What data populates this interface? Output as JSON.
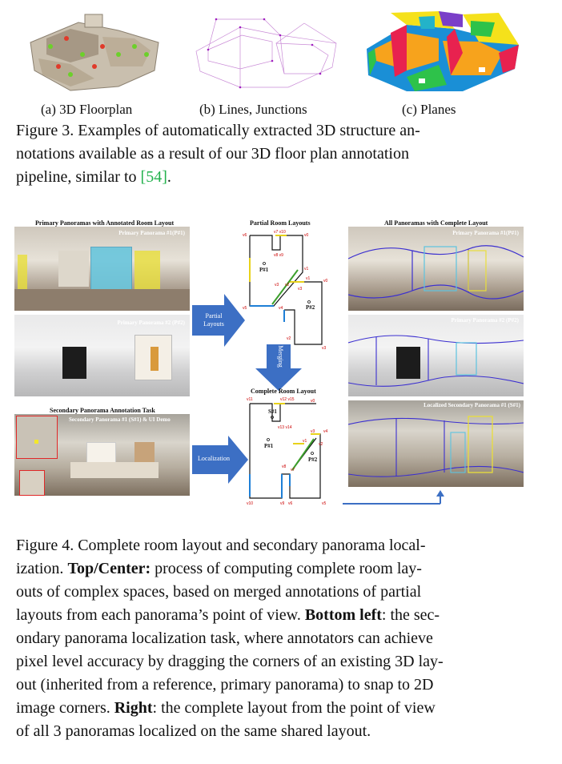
{
  "fig3": {
    "sub_a": "(a) 3D Floorplan",
    "sub_b": "(b) Lines, Junctions",
    "sub_c": "(c) Planes",
    "caption_l1": "Figure 3. Examples of automatically extracted 3D structure an-",
    "caption_l2": "notations available as a result of our 3D floor plan annotation",
    "caption_l3_pre": "pipeline, similar to ",
    "caption_l3_cite": "[54]",
    "caption_l3_post": "."
  },
  "fig4": {
    "left_title_top": "Primary Panoramas with Annotated Room Layout",
    "pano1_label": "Primary Panorama #1(P#1)",
    "pano2_label": "Primary Panorama #2 (P#2)",
    "left_title_bottom": "Secondary Panorama Annotation Task",
    "pano3_label": "Secondary Panorama #1 (S#1) & UI Demo",
    "arrow_partial": "Partial Layouts",
    "arrow_merging": "Merging",
    "arrow_localization": "Localization",
    "center_title_top": "Partial Room Layouts",
    "center_title_bottom": "Complete Room Layout",
    "right_title": "All Panoramas with Complete Layout",
    "rpano1_label": "Primary Panorama #1(P#1)",
    "rpano2_label": "Primary Panorama #2 (P#2)",
    "rpano3_label": "Localized Secondary Panorama #1 (S#1)",
    "p1": "P#1",
    "p2": "P#2",
    "s1": "S#1",
    "vertices_partial": [
      "v6",
      "v7 v10",
      "v0",
      "v8 v9",
      "v1",
      "v3",
      "v2",
      "v4",
      "v5",
      "v0",
      "v1",
      "v3",
      "v2",
      "v3"
    ],
    "vertices_complete": [
      "v11",
      "v12 v15",
      "v0",
      "v13 v14",
      "v3",
      "v4",
      "v1",
      "v2",
      "v8",
      "v7",
      "v9",
      "v6",
      "v10",
      "v5"
    ]
  },
  "fig4_caption": {
    "l1": "Figure 4. Complete room layout and secondary panorama local-",
    "l2_pre": "ization. ",
    "l2_bold": "Top/Center:",
    "l2_post": " process of computing complete room lay-",
    "l3": "outs of complex spaces, based on merged annotations of partial",
    "l4_pre": "layouts from each panorama’s point of view. ",
    "l4_bold": "Bottom left",
    "l4_post": ": the sec-",
    "l5": "ondary panorama localization task, where annotators can achieve",
    "l6": "pixel level accuracy by dragging the corners of an existing 3D lay-",
    "l7": "out (inherited from a reference, primary panorama) to snap to 2D",
    "l8_pre": "image corners. ",
    "l8_bold": "Right",
    "l8_post": ": the complete layout from the point of view",
    "l9": "of all 3 panoramas localized on the same shared layout."
  }
}
